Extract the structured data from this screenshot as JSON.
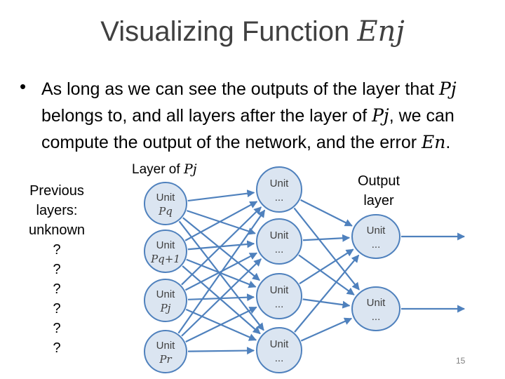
{
  "title": {
    "text": "Visualizing Function",
    "math": "Enj"
  },
  "bullet": {
    "line1_a": "As long as we can see the outputs of the layer that ",
    "line1_math": "Pj",
    "line2_a": "belongs to, and all layers after the layer of ",
    "line2_math": "Pj",
    "line2_b": ", we can",
    "line3_a": "compute the output of the network, and the error ",
    "line3_math": "En",
    "line3_b": "."
  },
  "left_column": {
    "line1": "Previous",
    "line2": "layers:",
    "line3": "unknown",
    "marks": [
      "?",
      "?",
      "?",
      "?",
      "?",
      "?"
    ]
  },
  "layer_label": {
    "text": "Layer of ",
    "math": "Pj"
  },
  "output_label": {
    "line1": "Output",
    "line2": "layer"
  },
  "units": {
    "layer_p": [
      {
        "label": "Unit",
        "sub": "Pq"
      },
      {
        "label": "Unit",
        "sub": "Pq+1"
      },
      {
        "label": "Unit",
        "sub": "Pj"
      },
      {
        "label": "Unit",
        "sub": "Pr"
      }
    ],
    "hidden": [
      {
        "label": "Unit",
        "sub": "..."
      },
      {
        "label": "Unit",
        "sub": "..."
      },
      {
        "label": "Unit",
        "sub": "..."
      },
      {
        "label": "Unit",
        "sub": "..."
      }
    ],
    "output": [
      {
        "label": "Unit",
        "sub": "..."
      },
      {
        "label": "Unit",
        "sub": "..."
      }
    ]
  },
  "colors": {
    "node_fill": "#dbe5f1",
    "node_stroke": "#4f81bd",
    "edge": "#4f81bd"
  },
  "page_number": "15"
}
